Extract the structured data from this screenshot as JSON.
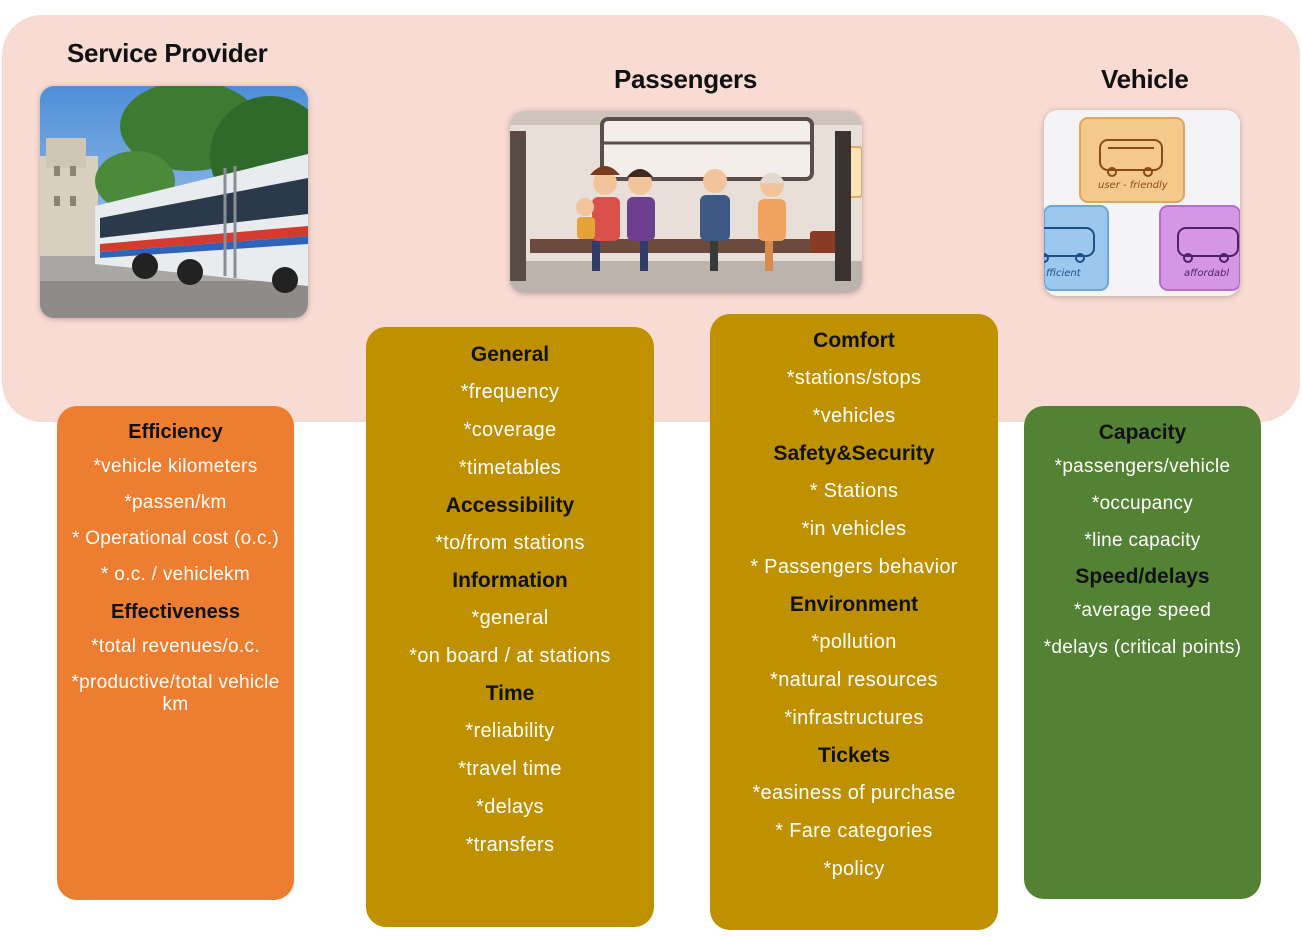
{
  "headings": {
    "provider": "Service Provider",
    "passengers": "Passengers",
    "vehicle": "Vehicle"
  },
  "vehicle_graphic": {
    "top_label": "user - friendly",
    "left_label": "fficient",
    "right_label": "affordabl"
  },
  "cards": {
    "provider": [
      {
        "type": "title",
        "text": "Efficiency"
      },
      {
        "type": "line",
        "text": "*vehicle kilometers"
      },
      {
        "type": "line",
        "text": "*passen/km"
      },
      {
        "type": "line",
        "text": "* Operational cost (o.c.)"
      },
      {
        "type": "line",
        "text": "* o.c. / vehiclekm"
      },
      {
        "type": "title",
        "text": "Effectiveness"
      },
      {
        "type": "line",
        "text": "*total revenues/o.c."
      },
      {
        "type": "line",
        "text": "*productive/total vehicle km"
      }
    ],
    "passengers_1": [
      {
        "type": "title",
        "text": "General"
      },
      {
        "type": "line",
        "text": "*frequency"
      },
      {
        "type": "line",
        "text": "*coverage"
      },
      {
        "type": "line",
        "text": "*timetables"
      },
      {
        "type": "title",
        "text": "Accessibility"
      },
      {
        "type": "line",
        "text": "*to/from stations"
      },
      {
        "type": "title",
        "text": "Information"
      },
      {
        "type": "line",
        "text": "*general"
      },
      {
        "type": "line",
        "text": "*on board / at stations"
      },
      {
        "type": "title",
        "text": "Time"
      },
      {
        "type": "line",
        "text": "*reliability"
      },
      {
        "type": "line",
        "text": "*travel time"
      },
      {
        "type": "line",
        "text": "*delays"
      },
      {
        "type": "line",
        "text": "*transfers"
      }
    ],
    "passengers_2": [
      {
        "type": "title",
        "text": "Comfort"
      },
      {
        "type": "line",
        "text": "*stations/stops"
      },
      {
        "type": "line",
        "text": "*vehicles"
      },
      {
        "type": "title",
        "text": "Safety&Security"
      },
      {
        "type": "line",
        "text": "* Stations"
      },
      {
        "type": "line",
        "text": "*in vehicles"
      },
      {
        "type": "line",
        "text": "* Passengers behavior"
      },
      {
        "type": "title",
        "text": "Environment"
      },
      {
        "type": "line",
        "text": "*pollution"
      },
      {
        "type": "line",
        "text": "*natural resources"
      },
      {
        "type": "line",
        "text": "*infrastructures"
      },
      {
        "type": "title",
        "text": "Tickets"
      },
      {
        "type": "line",
        "text": "*easiness of purchase"
      },
      {
        "type": "line",
        "text": "* Fare categories"
      },
      {
        "type": "line",
        "text": "*policy"
      }
    ],
    "vehicle": [
      {
        "type": "title",
        "text": "Capacity"
      },
      {
        "type": "line",
        "text": "*passengers/vehicle"
      },
      {
        "type": "line",
        "text": "*occupancy"
      },
      {
        "type": "line",
        "text": "*line capacity"
      },
      {
        "type": "title",
        "text": "Speed/delays"
      },
      {
        "type": "line",
        "text": "*average speed"
      },
      {
        "type": "line",
        "text": "*delays (critical points)"
      }
    ]
  },
  "colors": {
    "band": "#f8dbd3",
    "provider_card": "#ed7d31",
    "passenger_card": "#bf9000",
    "vehicle_card": "#548235"
  }
}
